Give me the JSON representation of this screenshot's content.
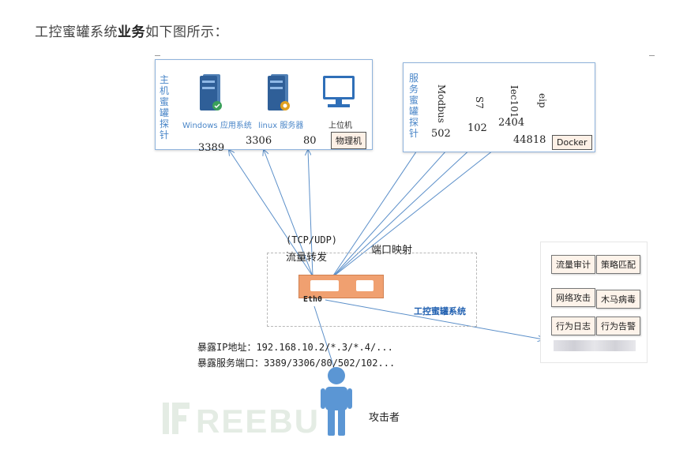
{
  "heading": {
    "prefix": "工控蜜罐系统",
    "bold": "业务",
    "suffix": "如下图所示："
  },
  "host_panel": {
    "title": "主机蜜罐探针",
    "servers": [
      {
        "icon": "windows-server-icon",
        "label": "Windows 应用系统"
      },
      {
        "icon": "linux-server-icon",
        "label": "linux 服务器"
      },
      {
        "icon": "monitor-icon",
        "label": "上位机"
      }
    ],
    "ports": [
      "3389",
      "3306",
      "80"
    ],
    "tag": "物理机"
  },
  "service_panel": {
    "title": "服务蜜罐探针",
    "protocols": [
      "Modbus",
      "S7",
      "Iec101",
      "eip"
    ],
    "ports": [
      "502",
      "102",
      "2404",
      "44818"
    ],
    "tag": "Docker"
  },
  "center": {
    "traffic_line1": "(TCP/UDP)",
    "traffic_line2": "流量转发",
    "port_map": "端口映射",
    "interface": "Eth0",
    "system_name": "工控蜜罐系统"
  },
  "right_panel": {
    "items": [
      "流量审计",
      "策略匹配",
      "网络攻击",
      "木马病毒",
      "行为日志",
      "行为告警"
    ]
  },
  "exposure": {
    "ip_line": "暴露IP地址：192.168.10.2/*.3/*.4/...",
    "port_line": "暴露服务端口：3389/3306/80/502/102..."
  },
  "attacker": {
    "label": "攻击者"
  },
  "watermark": "FREEBUF",
  "colors": {
    "arrow": "#5b8fc9",
    "accent": "#4a86c8",
    "device": "#f0a070",
    "tag_bg": "#fdf0e6"
  }
}
